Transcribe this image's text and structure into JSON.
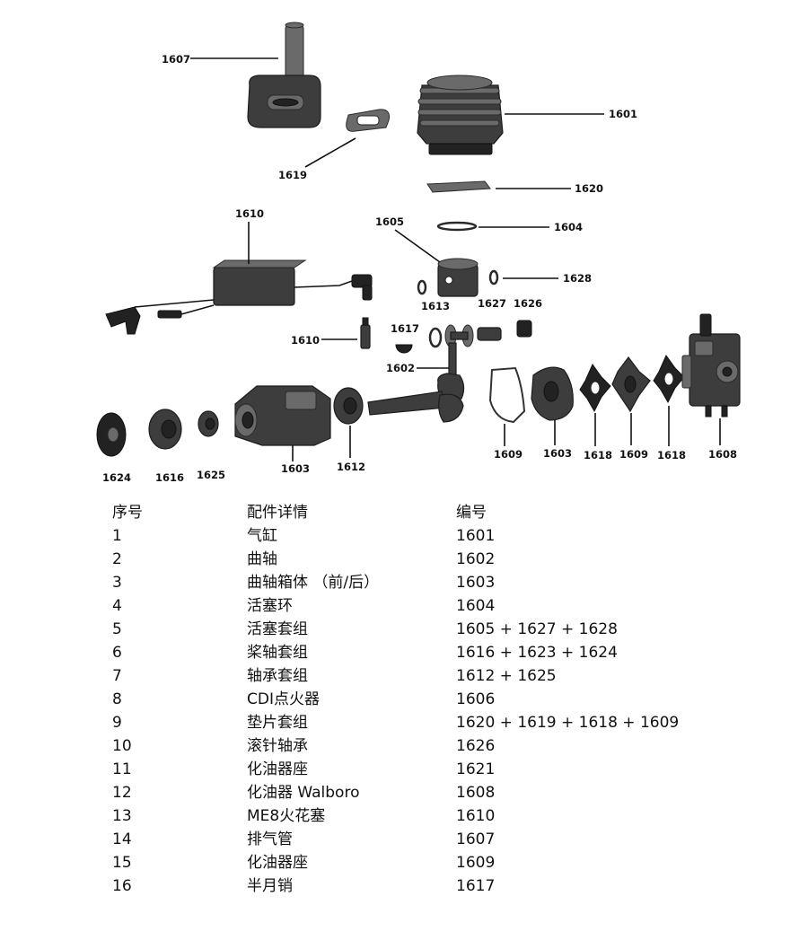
{
  "diagram": {
    "labels": {
      "p1601": "1601",
      "p1602": "1602",
      "p1603a": "1603",
      "p1603b": "1603",
      "p1604": "1604",
      "p1605": "1605",
      "p1607": "1607",
      "p1608": "1608",
      "p1609a": "1609",
      "p1609b": "1609",
      "p1610a": "1610",
      "p1610b": "1610",
      "p1612": "1612",
      "p1613": "1613",
      "p1616": "1616",
      "p1617": "1617",
      "p1618a": "1618",
      "p1618b": "1618",
      "p1619": "1619",
      "p1620": "1620",
      "p1624": "1624",
      "p1625": "1625",
      "p1626": "1626",
      "p1627": "1627",
      "p1628": "1628"
    }
  },
  "table": {
    "headers": {
      "index": "序号",
      "detail": "配件详情",
      "code": "编号"
    },
    "rows": [
      {
        "index": "1",
        "detail": "气缸",
        "code": "1601"
      },
      {
        "index": "2",
        "detail": "曲轴",
        "code": "1602"
      },
      {
        "index": "3",
        "detail": "曲轴箱体 （前/后）",
        "code": "1603"
      },
      {
        "index": "4",
        "detail": "活塞环",
        "code": "1604"
      },
      {
        "index": "5",
        "detail": "活塞套组",
        "code": "1605 + 1627 + 1628"
      },
      {
        "index": "6",
        "detail": "桨轴套组",
        "code": "1616 + 1623 + 1624"
      },
      {
        "index": "7",
        "detail": "轴承套组",
        "code": "1612 + 1625"
      },
      {
        "index": "8",
        "detail": "CDI点火器",
        "code": "1606"
      },
      {
        "index": "9",
        "detail": "垫片套组",
        "code": "1620 + 1619 + 1618 + 1609"
      },
      {
        "index": "10",
        "detail": "滚针轴承",
        "code": "1626"
      },
      {
        "index": "11",
        "detail": "化油器座",
        "code": "1621"
      },
      {
        "index": "12",
        "detail": "化油器 Walboro",
        "code": "1608"
      },
      {
        "index": "13",
        "detail": "ME8火花塞",
        "code": "1610"
      },
      {
        "index": "14",
        "detail": "排气管",
        "code": "1607"
      },
      {
        "index": "15",
        "detail": "化油器座",
        "code": "1609"
      },
      {
        "index": "16",
        "detail": "半月销",
        "code": "1617"
      }
    ]
  }
}
